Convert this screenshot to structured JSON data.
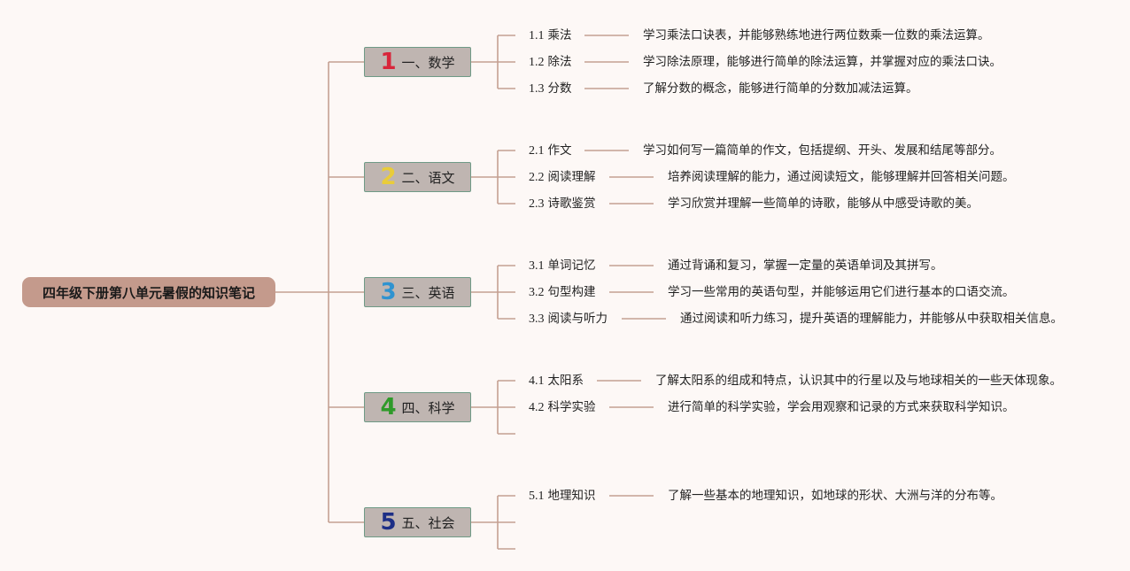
{
  "root": {
    "title": "四年级下册第八单元暑假的知识笔记"
  },
  "branches": [
    {
      "num": "1",
      "num_color": "#d8253a",
      "label": "一、数学",
      "items": [
        {
          "id": "1.1",
          "name": "乘法",
          "desc": "学习乘法口诀表，并能够熟练地进行两位数乘一位数的乘法运算。"
        },
        {
          "id": "1.2",
          "name": "除法",
          "desc": "学习除法原理，能够进行简单的除法运算，并掌握对应的乘法口诀。"
        },
        {
          "id": "1.3",
          "name": "分数",
          "desc": "了解分数的概念，能够进行简单的分数加减法运算。"
        }
      ]
    },
    {
      "num": "2",
      "num_color": "#e9cc3a",
      "label": "二、语文",
      "items": [
        {
          "id": "2.1",
          "name": "作文",
          "desc": "学习如何写一篇简单的作文，包括提纲、开头、发展和结尾等部分。"
        },
        {
          "id": "2.2",
          "name": "阅读理解",
          "desc": "培养阅读理解的能力，通过阅读短文，能够理解并回答相关问题。"
        },
        {
          "id": "2.3",
          "name": "诗歌鉴赏",
          "desc": "学习欣赏并理解一些简单的诗歌，能够从中感受诗歌的美。"
        }
      ]
    },
    {
      "num": "3",
      "num_color": "#2f93d0",
      "label": "三、英语",
      "items": [
        {
          "id": "3.1",
          "name": "单词记忆",
          "desc": "通过背诵和复习，掌握一定量的英语单词及其拼写。"
        },
        {
          "id": "3.2",
          "name": "句型构建",
          "desc": "学习一些常用的英语句型，并能够运用它们进行基本的口语交流。"
        },
        {
          "id": "3.3",
          "name": "阅读与听力",
          "desc": "通过阅读和听力练习，提升英语的理解能力，并能够从中获取相关信息。"
        }
      ]
    },
    {
      "num": "4",
      "num_color": "#2f9a2a",
      "label": "四、科学",
      "items": [
        {
          "id": "4.1",
          "name": "太阳系",
          "desc": "了解太阳系的组成和特点，认识其中的行星以及与地球相关的一些天体现象。"
        },
        {
          "id": "4.2",
          "name": "科学实验",
          "desc": "进行简单的科学实验，学会用观察和记录的方式来获取科学知识。"
        }
      ]
    },
    {
      "num": "5",
      "num_color": "#1d2f86",
      "label": "五、社会",
      "items": [
        {
          "id": "5.1",
          "name": "地理知识",
          "desc": "了解一些基本的地理知识，如地球的形状、大洲与洋的分布等。"
        }
      ]
    }
  ],
  "colors": {
    "line": "#c4a092",
    "root_bg": "#c49a8c",
    "branch_bg": "#bfb5b1",
    "branch_border": "#6f9a86"
  }
}
